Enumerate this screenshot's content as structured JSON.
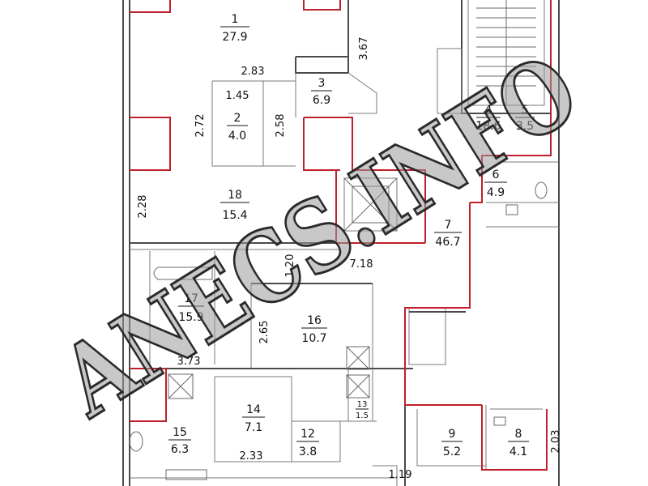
{
  "rooms": [
    {
      "number": "1",
      "area": "27.9"
    },
    {
      "number": "2",
      "area": "4.0"
    },
    {
      "number": "3",
      "area": "6.9"
    },
    {
      "number": "4",
      "area": "18.6"
    },
    {
      "number": "5",
      "area": "3.5"
    },
    {
      "number": "6",
      "area": "4.9"
    },
    {
      "number": "7",
      "area": "46.7"
    },
    {
      "number": "8",
      "area": "4.1"
    },
    {
      "number": "9",
      "area": "5.2"
    },
    {
      "number": "12",
      "area": "3.8"
    },
    {
      "number": "13",
      "area": "1.5"
    },
    {
      "number": "14",
      "area": "7.1"
    },
    {
      "number": "15",
      "area": "6.3"
    },
    {
      "number": "16",
      "area": "10.7"
    },
    {
      "number": "17",
      "area": "15.9"
    },
    {
      "number": "18",
      "area": "15.4"
    }
  ],
  "dimensions": [
    "3.67",
    "2.83",
    "1.45",
    "2.72",
    "2.58",
    "2.28",
    "1.20",
    "7.18",
    "2.65",
    "3.73",
    "2.33",
    "1.19",
    "2.03"
  ],
  "watermark": "ANECS.INFO",
  "colors": {
    "walls": "#4a4a4a",
    "highlight": "#c0202a",
    "watermark": "#9a9a9a"
  }
}
